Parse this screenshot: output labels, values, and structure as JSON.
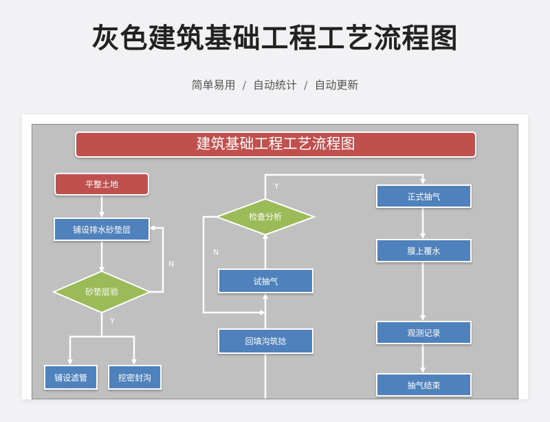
{
  "header": {
    "title": "灰色建筑基础工程工艺流程图",
    "tags": [
      "简单易用",
      "自动统计",
      "自动更新"
    ],
    "separator": "/"
  },
  "diagram": {
    "banner": "建筑基础工程工艺流程图",
    "nodes": {
      "level_ground": "平整土地",
      "lay_sand_layer": "铺设排水砂垫层",
      "check_sand_layer": "砂垫层验",
      "lay_filter_pipe": "铺设滤管",
      "dig_seal_trench": "挖密封沟",
      "backfill_trench": "回填沟筑捻",
      "trial_pumping": "试抽气",
      "inspect_analyze": "检查分析",
      "formal_pumping": "正式抽气",
      "membrane_water": "膜上覆水",
      "observe_record": "观测记录",
      "end_pumping": "抽气结束"
    },
    "edge_labels": {
      "no_1": "N",
      "yes_1": "Y",
      "no_2": "N",
      "yes_2": "Y"
    },
    "colors": {
      "process": "#4f81bd",
      "start": "#c0504d",
      "decision": "#9bbb59",
      "canvas": "#c0c0c0",
      "line": "#ffffff"
    }
  }
}
